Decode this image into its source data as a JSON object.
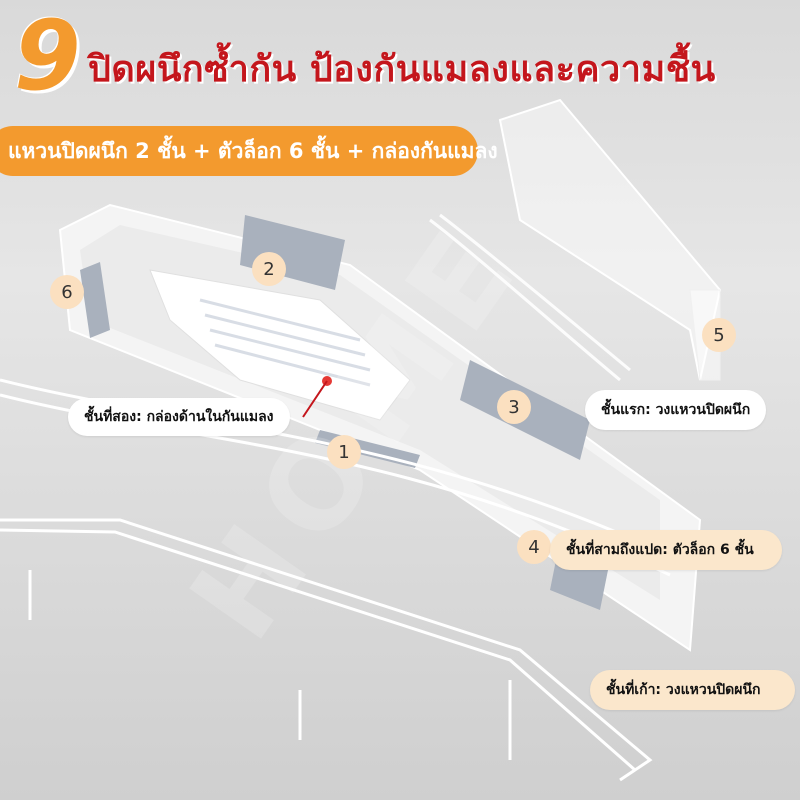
{
  "header": {
    "number": "9",
    "title": "ปิดผนึกซ้ำกัน ป้องกันแมลงและความชื้น",
    "subtitle": "แหวนปิดผนึก 2 ชั้น + ตัวล็อก 6 ชั้น + กล่องกันแมลง"
  },
  "callouts": {
    "layer2": "ชั้นที่สอง: กล่องด้านในกันแมลง",
    "layer1": "ชั้นแรก: วงแหวนปิดผนึก",
    "layers3to8": "ชั้นที่สามถึงแปด: ตัวล็อก 6 ชั้น",
    "layer9": "ชั้นที่เก้า: วงแหวนปิดผนึก"
  },
  "markers": [
    "1",
    "2",
    "3",
    "4",
    "5",
    "6"
  ],
  "watermark": "HOME",
  "colors": {
    "accent_orange": "#f39a2e",
    "title_red": "#c4161c",
    "marker_fill": "#fbe0c0",
    "lock_gray": "#a9b1bd"
  }
}
